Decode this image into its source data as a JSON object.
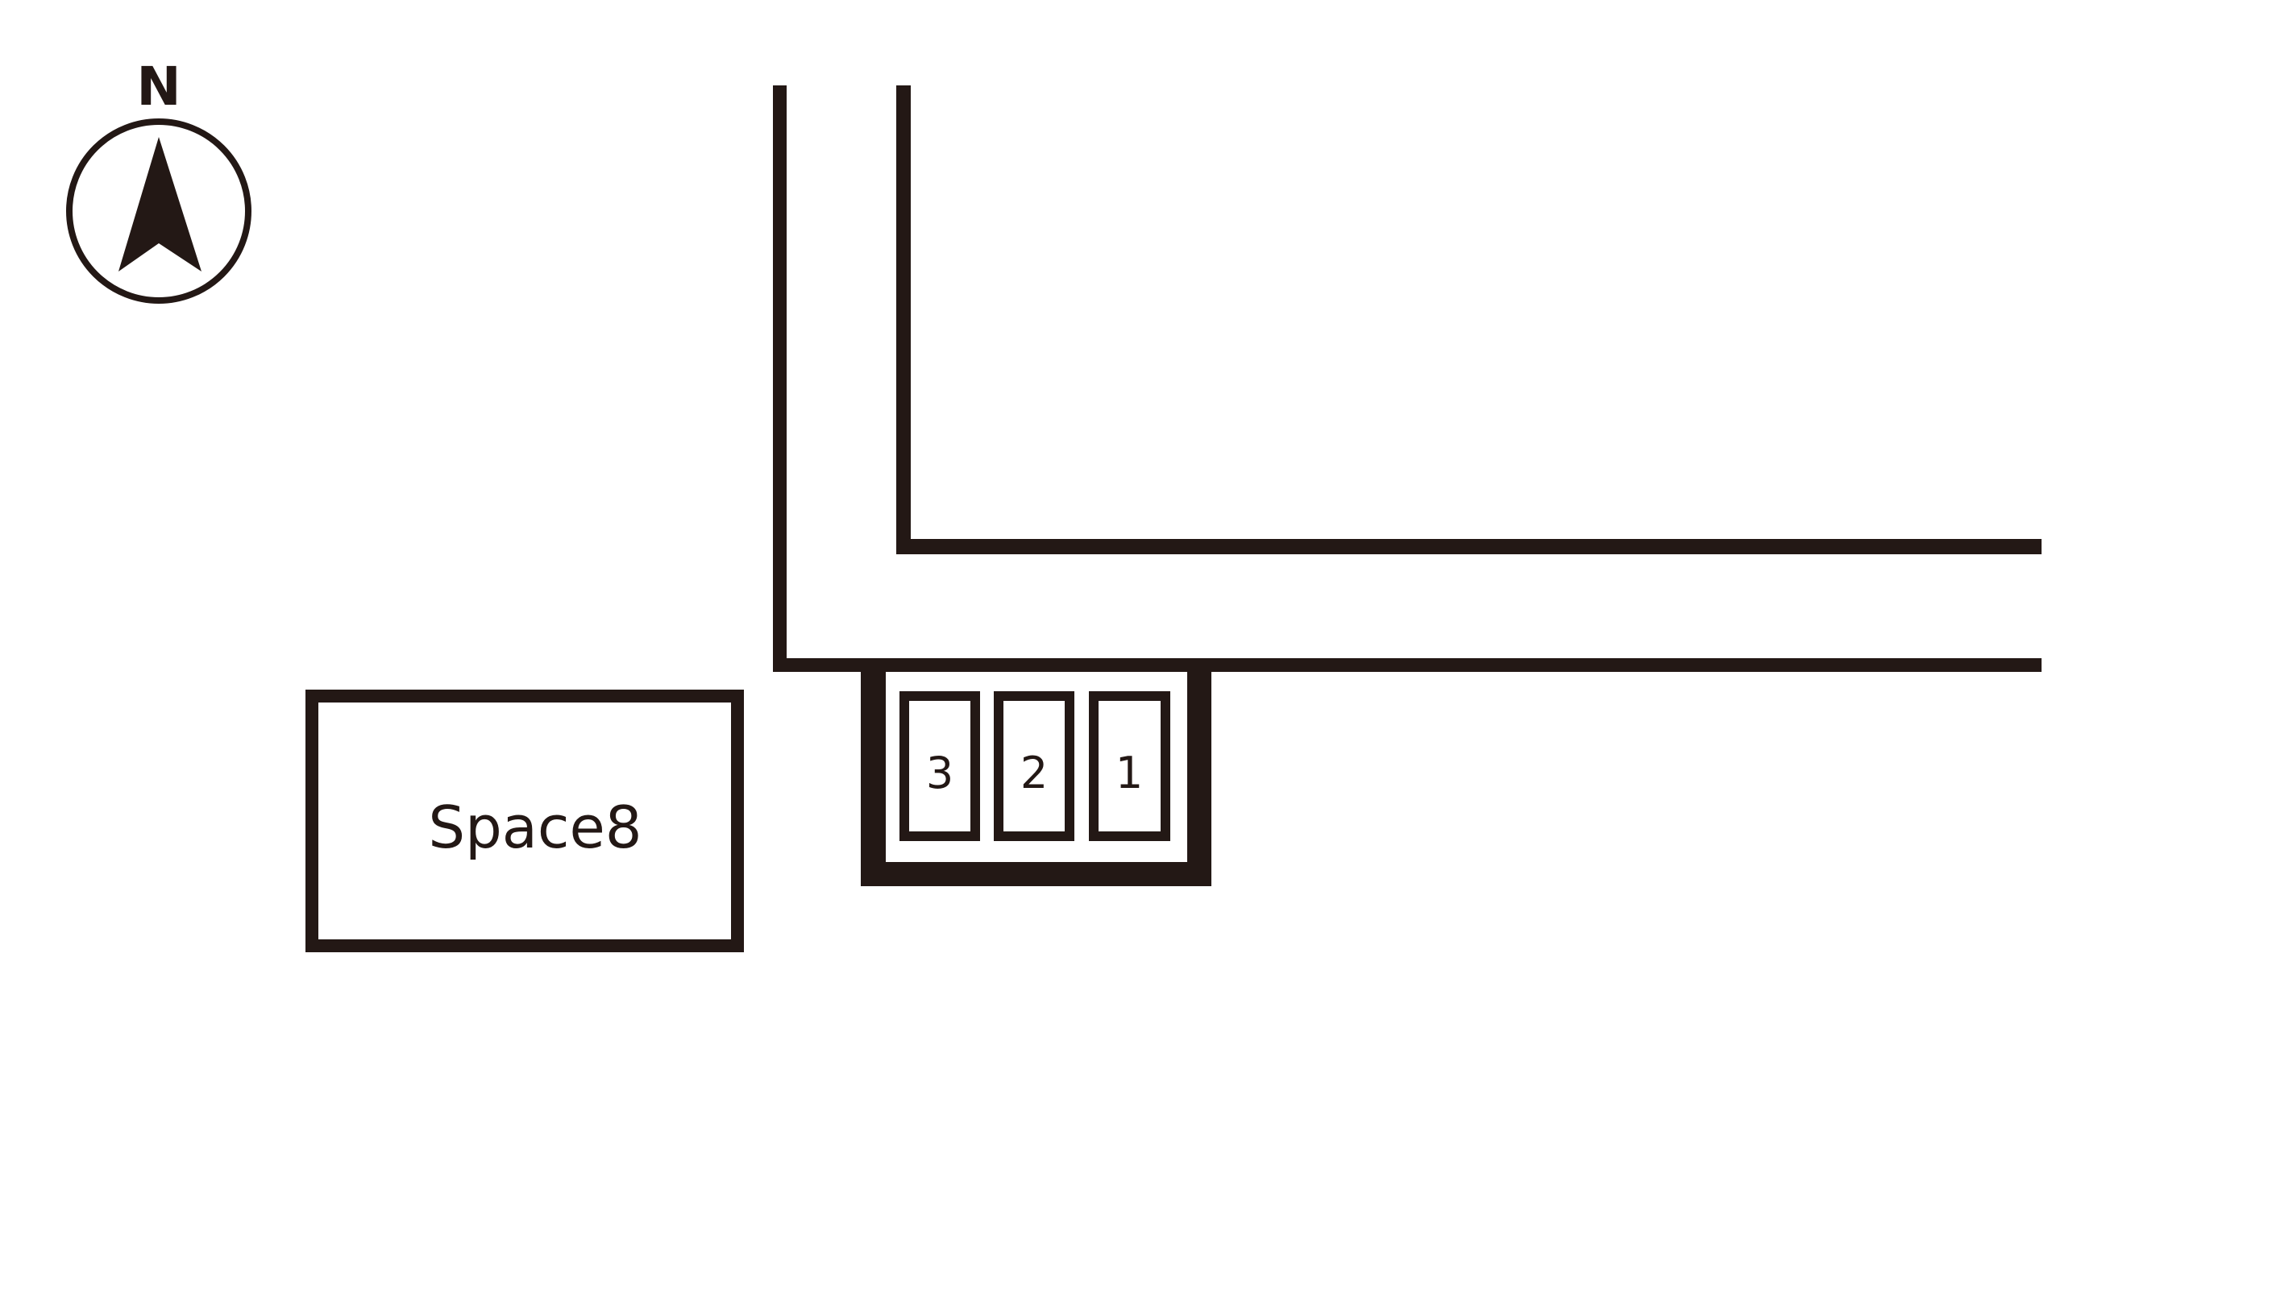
{
  "compass": {
    "label": "N",
    "icon": "north-arrow-icon"
  },
  "building": {
    "label": "Space8"
  },
  "parking": {
    "spaces": [
      "3",
      "2",
      "1"
    ]
  },
  "colors": {
    "ink": "#231815",
    "background": "#ffffff"
  }
}
